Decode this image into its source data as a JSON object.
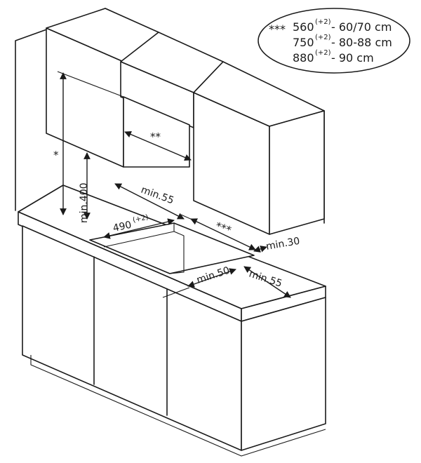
{
  "legend": {
    "rows": [
      {
        "marker": "***",
        "size": "560",
        "tolerance": "(+2)",
        "range": " - 60/70 cm"
      },
      {
        "marker": "",
        "size": "750",
        "tolerance": "(+2)",
        "range": " - 80-88 cm"
      },
      {
        "marker": "",
        "size": "880",
        "tolerance": "(+2)",
        "range": " - 90 cm"
      }
    ]
  },
  "dimensions": {
    "height_marker": "*",
    "hood_width_marker": "**",
    "cutout_depth_marker": "***",
    "min_height": "min.400",
    "min_rear": "min.55",
    "cutout_width": "490",
    "cutout_width_tolerance": "(+2)",
    "min_side": "min.30",
    "min_front": "min.50",
    "min_front_right": "min.55"
  }
}
